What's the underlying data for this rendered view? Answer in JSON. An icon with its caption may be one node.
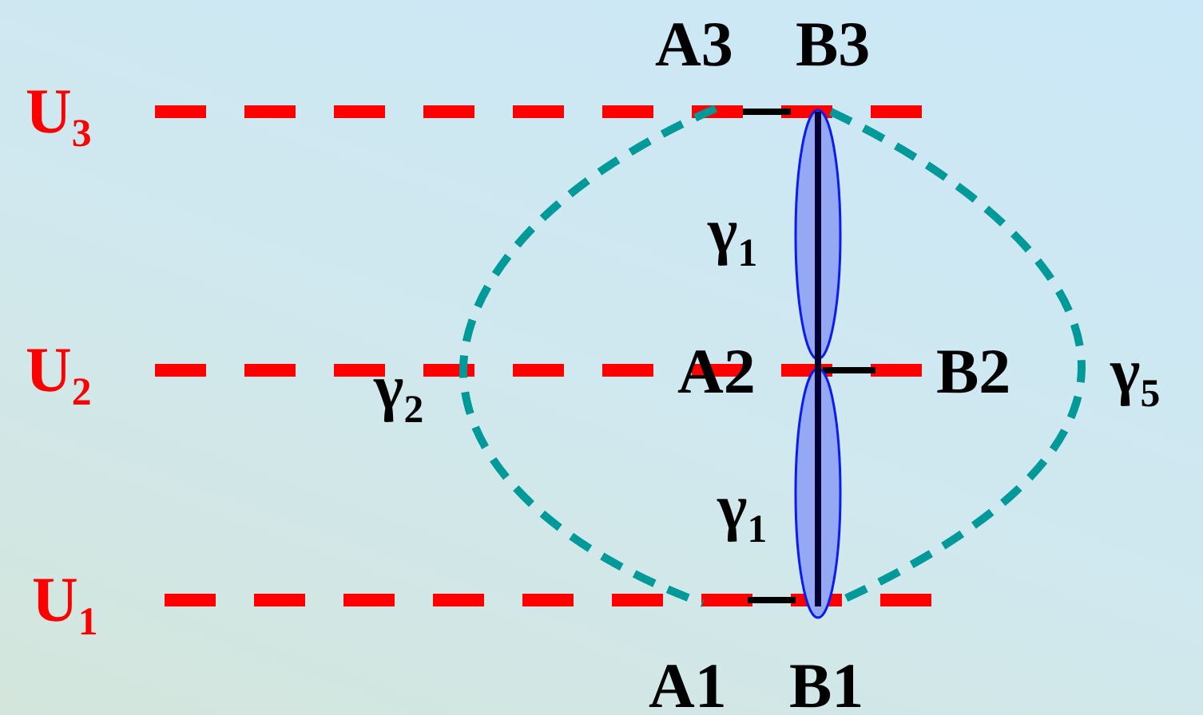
{
  "diagram": {
    "labels": [
      "A3",
      "B3",
      "U$_{3}$",
      "γ$_{1}$",
      "U$_{2}$",
      "γ$_{2}$",
      "A2",
      "B2",
      "γ$_{5}$",
      "γ$_{1}$",
      "U$_{1}$",
      "A1",
      "B1"
    ]
  }
}
